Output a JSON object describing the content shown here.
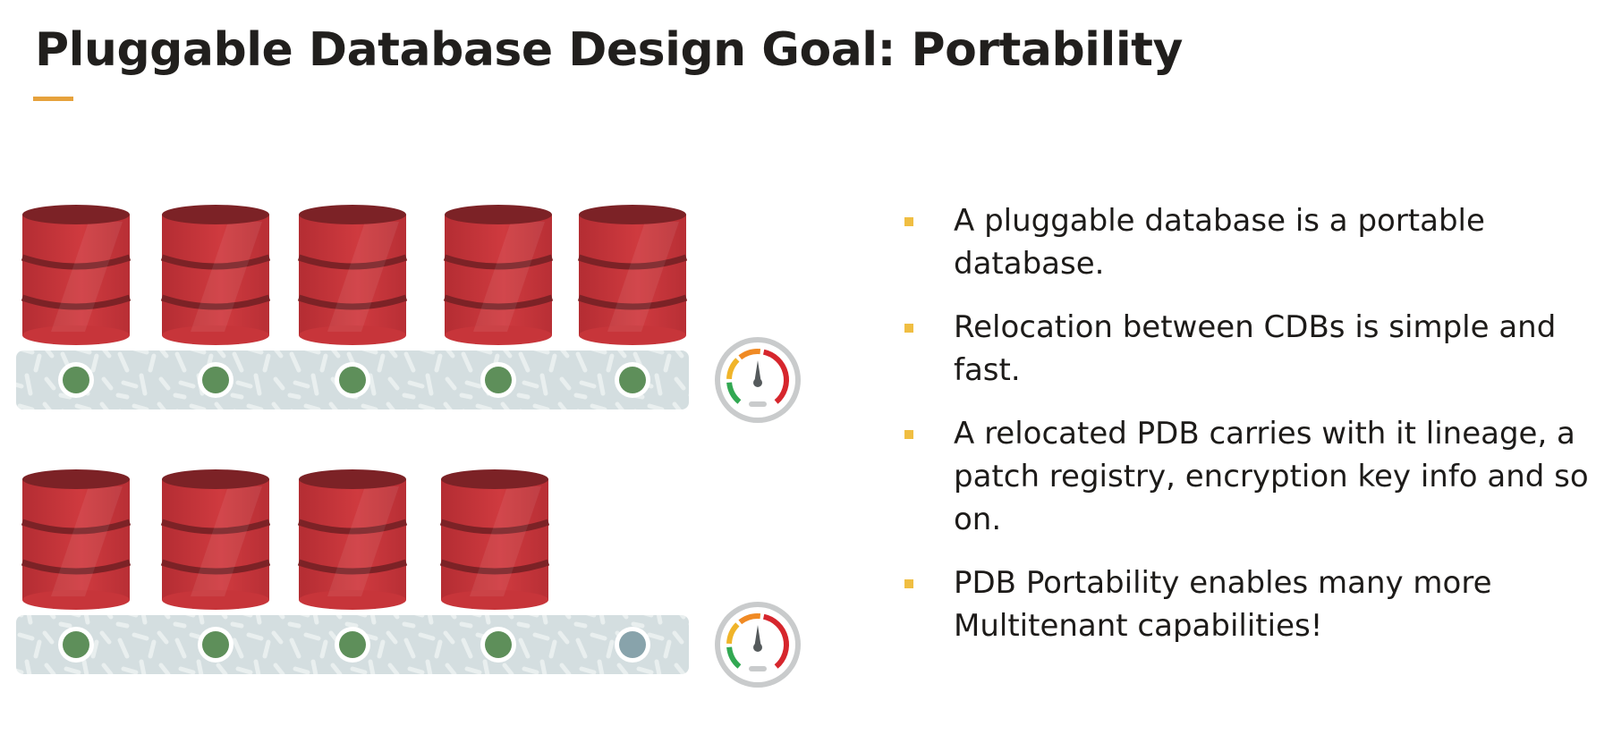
{
  "slide": {
    "title": "Pluggable Database Design Goal: Portability"
  },
  "diagram": {
    "rows": [
      {
        "databases": 5,
        "slots": [
          "filled",
          "filled",
          "filled",
          "filled",
          "filled"
        ],
        "gauge_icon": "speedometer-gauge-icon"
      },
      {
        "databases": 4,
        "slots": [
          "filled",
          "filled",
          "filled",
          "filled",
          "empty"
        ],
        "gauge_icon": "speedometer-gauge-icon"
      }
    ],
    "colors": {
      "database_red": "#c7353a",
      "database_dark": "#7c2226",
      "slot_filled": "#5e8f5a",
      "slot_empty": "#88a3ab",
      "board": "#d4dee0",
      "bullet_marker": "#f0be42",
      "title_accent": "#e6a23c"
    }
  },
  "bullets": [
    "A pluggable database is a portable database.",
    "Relocation between CDBs is simple and fast.",
    "A relocated PDB carries with it lineage, a patch registry, encryption key info and so on.",
    "PDB Portability enables many more Multitenant capabilities!"
  ]
}
